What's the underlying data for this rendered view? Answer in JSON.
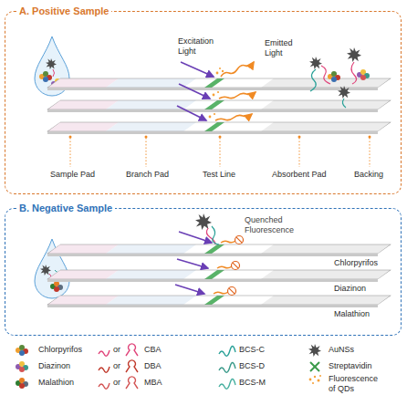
{
  "diagram": {
    "nodes": [
      {
        "text": [
          "A. Positive Sample"
        ]
      },
      {
        "text": [
          "B. Negative Sample"
        ]
      }
    ],
    "labels": [
      "Excitation Light",
      "Emitted Light",
      "Sample Pad",
      "Branch Pad",
      "Test Line",
      "Absorbent Pad",
      "Backing",
      "Quenched Fluorescence",
      "Chlorpyrifos",
      "Diazinon",
      "Malathion",
      "or",
      "or",
      "or"
    ],
    "legend": [
      {
        "text": "Chlorpyrifos"
      },
      {
        "text": "CBA"
      },
      {
        "text": "BCS-C"
      },
      {
        "text": "AuNSs"
      },
      {
        "text": "Diazinon"
      },
      {
        "text": "DBA"
      },
      {
        "text": "BCS-D"
      },
      {
        "text": "Streptavidin"
      },
      {
        "text": "Malathion"
      },
      {
        "text": "MBA"
      },
      {
        "text": "BCS-M"
      },
      {
        "text": "Fluorescence of QDs"
      }
    ]
  }
}
